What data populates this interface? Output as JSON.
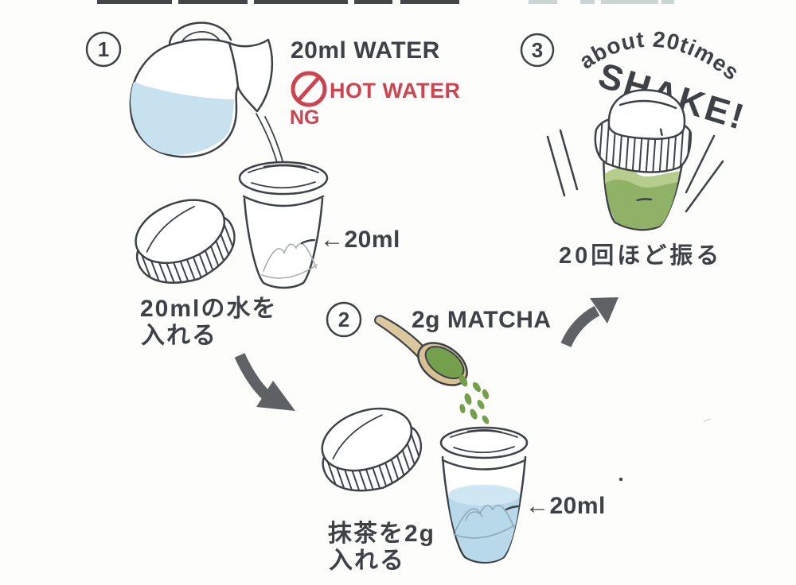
{
  "illustration": {
    "subject": "matcha-shaker-instructions",
    "colors": {
      "ink": "#3e4247",
      "red": "#cd4451",
      "water_blue": "#c7e1ef",
      "cup_water": "#b7d9e9",
      "matcha_liquid": "#90b266",
      "matcha_powder": "#74a04e",
      "spoon_tan": "#dbc89e",
      "arrow_gray": "#5e6265"
    },
    "steps": [
      {
        "number": "1",
        "title": "20ml WATER",
        "warning": "HOT WATER",
        "ng_label": "NG",
        "fill_label": "←20ml",
        "caption_line1": "20mlの水を",
        "caption_line2": "入れる"
      },
      {
        "number": "2",
        "title": "2g MATCHA",
        "fill_label": "←20ml",
        "caption_line1": "抹茶を2g",
        "caption_line2": "入れる"
      },
      {
        "number": "3",
        "title_arc": "about 20times",
        "title_shake": "SHAKE!",
        "caption": "20回ほど振る"
      }
    ]
  }
}
